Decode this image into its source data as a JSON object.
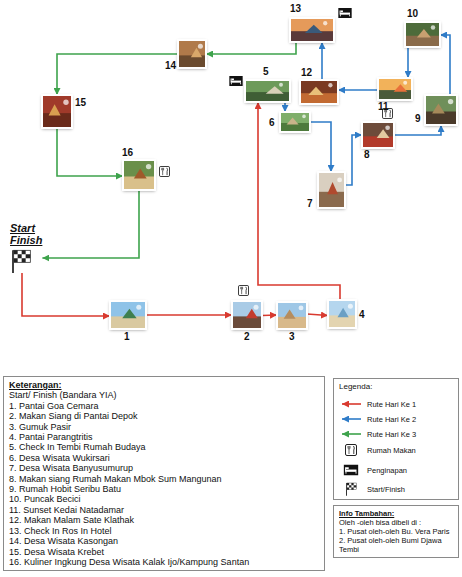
{
  "diagram": {
    "nodes": [
      {
        "text": [
          "Start Finish"
        ]
      },
      {
        "text": [
          "1"
        ]
      },
      {
        "text": [
          "2"
        ]
      },
      {
        "text": [
          "3"
        ]
      },
      {
        "text": [
          "4"
        ]
      },
      {
        "text": [
          "5"
        ]
      },
      {
        "text": [
          "6"
        ]
      },
      {
        "text": [
          "7"
        ]
      },
      {
        "text": [
          "8"
        ]
      },
      {
        "text": [
          "9"
        ]
      },
      {
        "text": [
          "10"
        ]
      },
      {
        "text": [
          "11"
        ]
      },
      {
        "text": [
          "12"
        ]
      },
      {
        "text": [
          "13"
        ]
      },
      {
        "text": [
          "14"
        ]
      },
      {
        "text": [
          "15"
        ]
      },
      {
        "text": [
          "16"
        ]
      },
      {
        "text": [
          "Keterangan:",
          "Start/ Finish (Bandara YIA)",
          "1. Pantai Goa Cemara",
          "2. Makan Siang di Pantai Depok",
          "3. Gumuk Pasir",
          "4. Pantai Parangtritis",
          "5. Check In Tembi Rumah Budaya",
          "6. Desa Wisata Wukirsari",
          "7. Desa Wisata Banyusumurup",
          "8. Makan siang Rumah Makan Mbok Sum Mangunan",
          "9. Rumah Hobit Seribu Batu",
          "10. Puncak Becici",
          "11. Sunset Kedai Natadamar",
          "12. Makan Malam Sate Klathak",
          "13. Check In Ros In Hotel",
          "14. Desa Wisata Kasongan",
          "15. Desa Wisata Krebet",
          "16. Kuliner Ingkung Desa Wisata Kalak Ijo/Kampung Santan"
        ]
      },
      {
        "text": [
          "Legenda:"
        ]
      },
      {
        "text": [
          "Info Tambahan:",
          "Oleh -oleh bisa dibeli di :",
          "1. Pusat oleh-oleh Bu. Vera Paris",
          "2. Pusat oleh-oleh Bumi Djawa Tembi"
        ]
      }
    ],
    "edges": [
      {
        "from": 0,
        "to": 1,
        "arrow": "to"
      },
      {
        "from": 1,
        "to": 2,
        "arrow": "to"
      },
      {
        "from": 2,
        "to": 3,
        "arrow": "to"
      },
      {
        "from": 3,
        "to": 4,
        "arrow": "to"
      },
      {
        "from": 4,
        "to": 5,
        "arrow": "to"
      },
      {
        "from": 5,
        "to": 6,
        "arrow": "to"
      },
      {
        "from": 6,
        "to": 7,
        "arrow": "to"
      },
      {
        "from": 7,
        "to": 8,
        "arrow": "to"
      },
      {
        "from": 8,
        "to": 9,
        "arrow": "to"
      },
      {
        "from": 9,
        "to": 10,
        "arrow": "to"
      },
      {
        "from": 10,
        "to": 11,
        "arrow": "to"
      },
      {
        "from": 11,
        "to": 12,
        "arrow": "to"
      },
      {
        "from": 12,
        "to": 13,
        "arrow": "to"
      },
      {
        "from": 13,
        "to": 14,
        "arrow": "to"
      },
      {
        "from": 14,
        "to": 15,
        "arrow": "to"
      },
      {
        "from": 15,
        "to": 16,
        "arrow": "to"
      },
      {
        "from": 16,
        "to": 0,
        "arrow": "to"
      }
    ],
    "legend": [
      {
        "text": "Rute Hari Ke 1"
      },
      {
        "text": "Rute Hari Ke 2"
      },
      {
        "text": "Rute Hari Ke 3"
      },
      {
        "text": "Rumah Makan"
      },
      {
        "text": "Penginapan"
      },
      {
        "text": "Start/Finish"
      }
    ]
  }
}
